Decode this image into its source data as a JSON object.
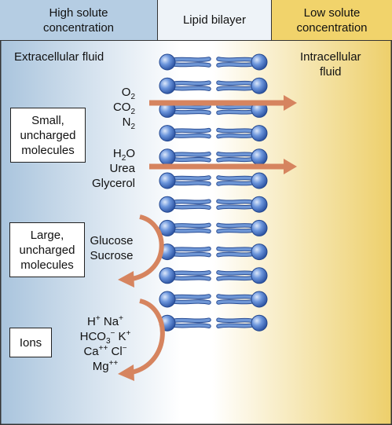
{
  "headers": {
    "left": [
      "High solute",
      "concentration"
    ],
    "middle": "Lipid bilayer",
    "right": [
      "Low solute",
      "concentration"
    ]
  },
  "regions": {
    "extracellular": "Extracellular fluid",
    "intracellular": [
      "Intracellular",
      "fluid"
    ]
  },
  "categories": {
    "small": [
      "Small,",
      "uncharged",
      "molecules"
    ],
    "large": [
      "Large,",
      "uncharged",
      "molecules"
    ],
    "ions": "Ions"
  },
  "molecules": {
    "o2": "O",
    "o2_sub": "2",
    "co2": "CO",
    "co2_sub": "2",
    "n2": "N",
    "n2_sub": "2",
    "h2o_a": "H",
    "h2o_sub": "2",
    "h2o_b": "O",
    "urea": "Urea",
    "glycerol": "Glycerol",
    "glucose": "Glucose",
    "sucrose": "Sucrose",
    "h": "H",
    "h_sup": "+",
    "na": "Na",
    "na_sup": "+",
    "hco3": "HCO",
    "hco3_sub": "3",
    "hco3_sup": "−",
    "k": "K",
    "k_sup": "+",
    "ca": "Ca",
    "ca_sup": "++",
    "cl": "Cl",
    "cl_sup": "−",
    "mg": "Mg",
    "mg_sup": "++"
  },
  "colors": {
    "left_header": "#b5cde3",
    "middle_header": "#eef3f8",
    "right_header": "#f1d36b",
    "extracellular_tint": "#a9c4dd",
    "intracellular_tint": "#edcf6a",
    "arrow": "#d6845f",
    "lipid_head": "#3f6fc4",
    "lipid_tail": "#6f97d6"
  },
  "bilayer_rows": 12,
  "icons": [
    "phospholipid-head-icon",
    "lipid-tail-icon",
    "straight-arrow-icon",
    "curved-arrow-icon"
  ]
}
